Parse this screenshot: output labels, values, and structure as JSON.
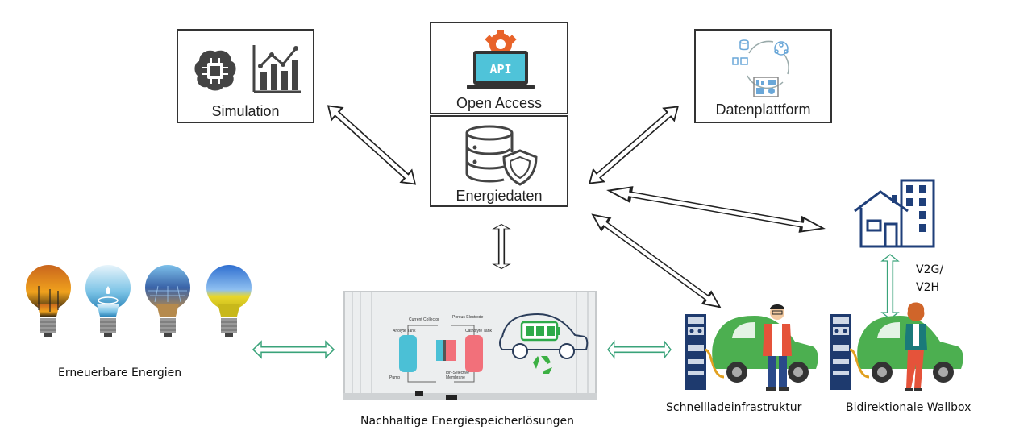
{
  "boxes": {
    "simulation": {
      "label": "Simulation",
      "icons": [
        "brain-chip-icon",
        "bar-chart-icon"
      ]
    },
    "open_access": {
      "label": "Open Access",
      "icons": [
        "api-laptop-icon"
      ],
      "badge": "API"
    },
    "energy_data": {
      "label": "Energiedaten",
      "icons": [
        "database-shield-icon"
      ]
    },
    "data_platform": {
      "label": "Datenplattform",
      "icons": [
        "data-cycle-icon"
      ]
    }
  },
  "captions": {
    "renewables": "Erneuerbare Energien",
    "storage": "Nachhaltige Energiespeicherlösungen",
    "fast_charging": "Schnellladeinfrastruktur",
    "wallbox": "Bidirektionale Wallbox",
    "v2g": "V2G/",
    "v2h": "V2H"
  },
  "container_labels": {
    "current_collector": "Current Collector",
    "anolyte_tank": "Anolyte Tank",
    "porous_electrode": "Porous Electrode",
    "catholyte_tank": "Catholyte Tank",
    "pump": "Pump",
    "ion_membrane": "Ion-Selective Membrane"
  },
  "colors": {
    "box_border": "#333333",
    "arrow_black": "#222222",
    "arrow_green": "#3aa37a",
    "building_blue": "#1f3f7a",
    "car_green": "#4caf50",
    "charger_blue": "#1e3a6e",
    "battery_green": "#2eaa4a",
    "recycle_green": "#3cb043",
    "api_orange": "#e8632a",
    "api_teal": "#4fc3d9"
  },
  "bulbs": [
    "sunset-wind-bulb-icon",
    "water-drop-bulb-icon",
    "solar-panel-bulb-icon",
    "rapeseed-field-bulb-icon"
  ]
}
